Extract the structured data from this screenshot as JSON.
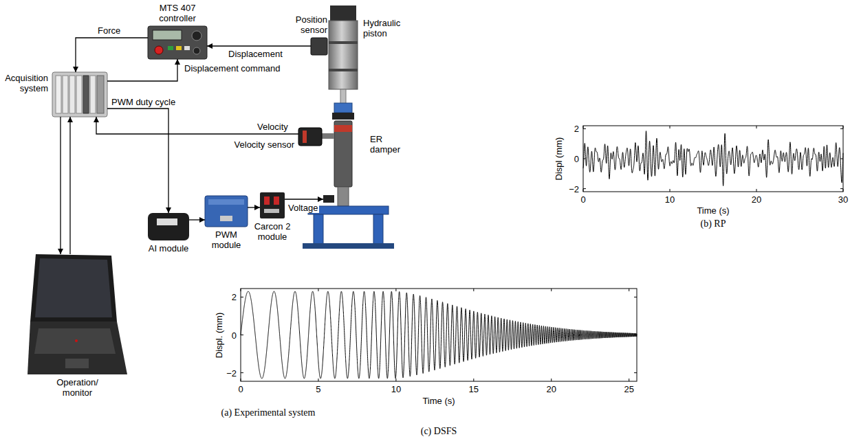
{
  "diagram": {
    "nodes": [
      {
        "text": [
          "MTS 407 controller"
        ]
      },
      {
        "text": [
          "Position sensor"
        ]
      },
      {
        "text": [
          "Hydraulic piston"
        ]
      },
      {
        "text": [
          "Acquisition system"
        ]
      },
      {
        "text": [
          "ER damper"
        ]
      },
      {
        "text": [
          "Velocity sensor"
        ]
      },
      {
        "text": [
          "Operation/ monitor"
        ]
      },
      {
        "text": [
          "AI module"
        ]
      },
      {
        "text": [
          "PWM module"
        ]
      },
      {
        "text": [
          "Carcon 2 module"
        ]
      }
    ],
    "edges": [
      {
        "from": 0,
        "to": 3,
        "label": "Force",
        "arrow": "to"
      },
      {
        "from": 1,
        "to": 0,
        "label": "Displacement",
        "arrow": "to"
      },
      {
        "from": 3,
        "to": 0,
        "label": "Displacement command",
        "arrow": "to"
      },
      {
        "from": 3,
        "to": 6,
        "arrow": "to"
      },
      {
        "from": 6,
        "to": 3,
        "arrow": "to"
      },
      {
        "from": 3,
        "to": 7,
        "label": "PWM duty cycle",
        "arrow": "to"
      },
      {
        "from": 5,
        "to": 3,
        "label": "Velocity",
        "arrow": "to"
      },
      {
        "from": 7,
        "to": 8,
        "arrow": "to"
      },
      {
        "from": 8,
        "to": 9,
        "arrow": "to"
      },
      {
        "from": 9,
        "to": 4,
        "label": "Voltage",
        "arrow": "to"
      }
    ],
    "labels": [
      "(a) Experimental system",
      "(b) RP",
      "(c) DSFS",
      "Displ (mm)",
      "2",
      "0",
      "−2",
      "0",
      "10",
      "20",
      "30",
      "Time (s)",
      "Displ. (mm)",
      "2",
      "0",
      "−2",
      "0",
      "5",
      "10",
      "15",
      "20",
      "25",
      "Time (s)"
    ]
  }
}
